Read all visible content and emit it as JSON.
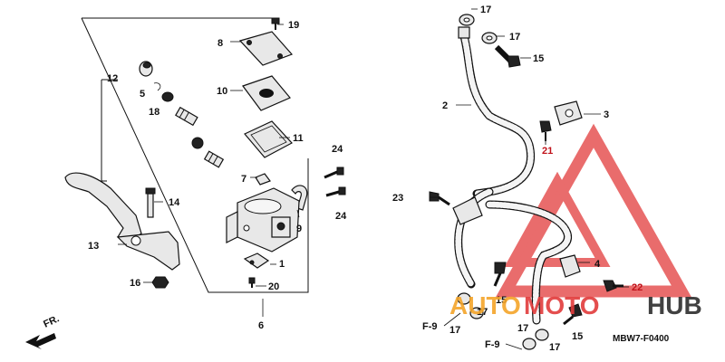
{
  "labels": {
    "l2": "2",
    "l3": "3",
    "l4": "4",
    "l5": "5",
    "l6": "6",
    "l7": "7",
    "l8": "8",
    "l9": "9",
    "l10": "10",
    "l11": "11",
    "l12": "12",
    "l13": "13",
    "l14": "14",
    "l15a": "15",
    "l15b": "15",
    "l15c": "15",
    "l16": "16",
    "l17a": "17",
    "l17b": "17",
    "l17c": "17",
    "l17d": "17",
    "l17e": "17",
    "l17f": "17",
    "l18": "18",
    "l19": "19",
    "l20": "20",
    "l21": "21",
    "l22": "22",
    "l23": "23",
    "l24a": "24",
    "l24b": "24",
    "l1": "1"
  },
  "refs": {
    "f9a": "F-9",
    "f9b": "F-9"
  },
  "direction": "FR.",
  "diagram_code": "MBW7-F0400",
  "watermark": {
    "auto": "AUTO",
    "moto": "MOTO",
    "hub": "HUB"
  },
  "colors": {
    "watermark_red": "#e23b3b",
    "watermark_orange": "#f4a52a",
    "watermark_dark": "#2d2d2d",
    "label_red": "#c0121a"
  }
}
